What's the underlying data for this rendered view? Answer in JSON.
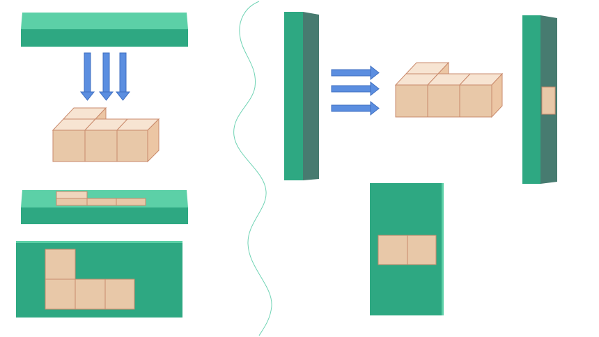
{
  "colors": {
    "background": "#ffffff",
    "plate_front": "#2ea882",
    "plate_top": "#5cd0a7",
    "plate_side": "#477b70",
    "cube_front": "#e8c8a8",
    "cube_top": "#f7e4d2",
    "cube_side": "#ecc6a4",
    "cube_edge": "#c98a6c",
    "arrow_fill": "#5b8ee0",
    "arrow_stroke": "#3f6fc0",
    "divider": "#6fd3b4"
  },
  "icons": {
    "down_arrows": "arrow-down-icon",
    "right_arrows": "arrow-right-icon"
  },
  "panels": {
    "left": {
      "projection": "top-down",
      "block_cubes": 4,
      "bottom_row_cubes": 3,
      "top_row_cubes": 1
    },
    "right": {
      "projection": "side",
      "block_cubes": 4,
      "bottom_row_cubes": 3,
      "top_row_cubes": 1
    }
  }
}
